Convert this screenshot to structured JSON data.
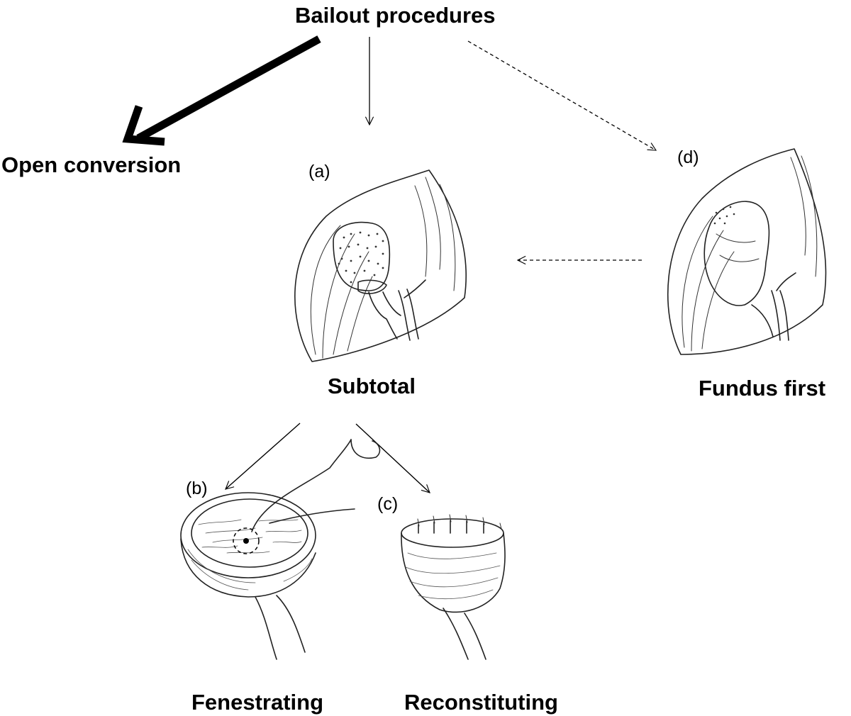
{
  "title": "Bailout procedures",
  "nodes": {
    "open_conversion": "Open conversion",
    "subtotal": {
      "tag": "(a)",
      "label": "Subtotal"
    },
    "fenestrating": {
      "tag": "(b)",
      "label": "Fenestrating"
    },
    "reconstituting": {
      "tag": "(c)",
      "label": "Reconstituting"
    },
    "fundus_first": {
      "tag": "(d)",
      "label": "Fundus first"
    }
  },
  "arrows": [
    {
      "from": "Bailout procedures",
      "to": "Open conversion",
      "style": "bold"
    },
    {
      "from": "Bailout procedures",
      "to": "Subtotal",
      "style": "solid"
    },
    {
      "from": "Bailout procedures",
      "to": "Fundus first",
      "style": "dashed"
    },
    {
      "from": "Fundus first",
      "to": "Subtotal",
      "style": "dashed"
    },
    {
      "from": "Subtotal",
      "to": "Fenestrating",
      "style": "solid"
    },
    {
      "from": "Subtotal",
      "to": "Reconstituting",
      "style": "solid"
    }
  ]
}
